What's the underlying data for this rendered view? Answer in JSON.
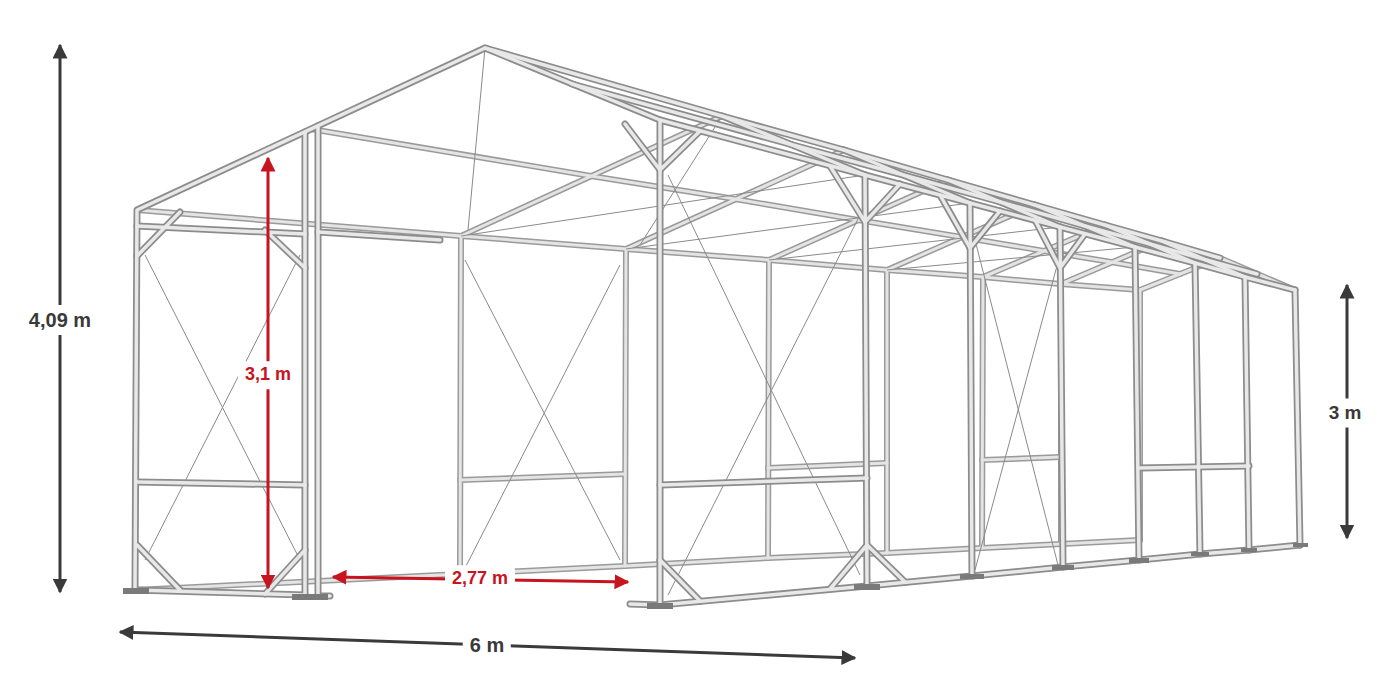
{
  "diagram": {
    "labels": [
      "4,09 m",
      "3,1 m",
      "3 m",
      "2,77 m",
      "6 m"
    ]
  }
}
